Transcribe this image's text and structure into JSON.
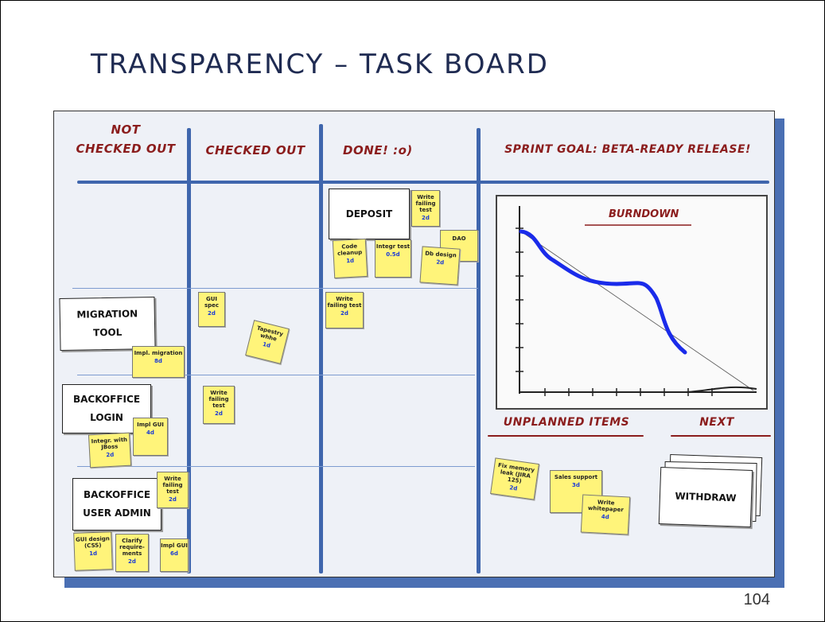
{
  "slide": {
    "title": "TRANSPARENCY – TASK BOARD",
    "page_number": "104"
  },
  "board": {
    "columns": {
      "not_checked_out": "NOT\nCHECKED OUT",
      "checked_out": "CHECKED OUT",
      "done": "DONE! :o)",
      "sprint_goal": "SPRINT GOAL: BETA-READY RELEASE!"
    },
    "stories": {
      "deposit": "DEPOSIT",
      "migration": "MIGRATION\nTOOL",
      "backoffice_login": "BACKOFFICE\nLOGIN",
      "backoffice_user_admin": "BACKOFFICE\nUSER ADMIN",
      "withdraw": "WITHDRAW"
    },
    "stickies": {
      "write_failing_test_done": {
        "text": "Write failing test",
        "est": "2d"
      },
      "dao": {
        "text": "DAO",
        "est": ""
      },
      "code_cleanup": {
        "text": "Code cleanup",
        "est": "1d"
      },
      "integr_test": {
        "text": "Integr test",
        "est": "0.5d"
      },
      "db_design": {
        "text": "Db design",
        "est": "2d"
      },
      "write_failing_test_row2": {
        "text": "Write failing test",
        "est": "2d"
      },
      "gui_spec": {
        "text": "GUI spec",
        "est": "2d"
      },
      "tapestry": {
        "text": "Tapestry whhe",
        "est": "1d"
      },
      "impl_migration": {
        "text": "Impl. migration",
        "est": "8d"
      },
      "write_failing_test_login": {
        "text": "Write failing test",
        "est": "2d"
      },
      "impl_gui_login": {
        "text": "Impl GUI",
        "est": "4d"
      },
      "integr_with_jboss": {
        "text": "Integr. with JBoss",
        "est": "2d"
      },
      "write_failing_test_admin": {
        "text": "Write failing test",
        "est": "2d"
      },
      "gui_design": {
        "text": "GUI design (CSS)",
        "est": "1d"
      },
      "clarify_req": {
        "text": "Clarify require- ments",
        "est": "2d"
      },
      "impl_gui_admin": {
        "text": "Impl GUI",
        "est": "6d"
      },
      "fix_memory_leak": {
        "text": "Fix memory leak (JIRA 125)",
        "est": "2d"
      },
      "sales_support": {
        "text": "Sales support",
        "est": "3d"
      },
      "write_whitepaper": {
        "text": "Write whitepaper",
        "est": "4d"
      }
    },
    "chart_title": "BURNDOWN",
    "unplanned_title": "UNPLANNED ITEMS",
    "next_title": "NEXT"
  }
}
